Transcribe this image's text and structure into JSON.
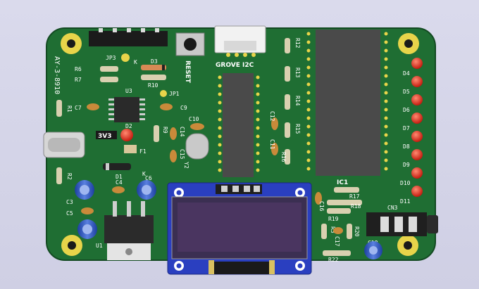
{
  "board": {
    "name": "AY-3-8910",
    "colors": {
      "pcb": "#1f6e33",
      "silk": "#ffffff",
      "copper": "#e8d44a",
      "led": "#d81c10"
    },
    "labels": {
      "reset": "RESET",
      "grove": "GROVE I2C",
      "jp3": "JP3",
      "jp1": "JP1",
      "r6": "R6",
      "r7": "R7",
      "d3": "D3",
      "k": "K",
      "r10": "R10",
      "u3": "U3",
      "c7": "C7",
      "c9": "C9",
      "r1": "R1",
      "d2": "D2",
      "v3": "3V3",
      "f1": "F1",
      "r9": "R9",
      "c14": "C14",
      "c15": "C15",
      "c10": "C10",
      "y2": "Y2",
      "d1": "D1",
      "k2": "K",
      "r2": "R2",
      "c4": "C4",
      "c6": "C6",
      "c3": "C3",
      "c5": "C5",
      "u1": "U1",
      "r12": "R12",
      "r13": "R13",
      "r14": "R14",
      "r15": "R15",
      "r16": "R16",
      "c12": "C12",
      "c11": "C11",
      "ic1": "IC1",
      "r17": "R17",
      "r18": "R18",
      "c16": "C16",
      "r19": "R19",
      "cn3": "CN3",
      "c18": "C18",
      "r3": "R3",
      "c17": "C17",
      "r22": "R22",
      "r20": "R20",
      "d4": "D4",
      "d5": "D5",
      "d6": "D6",
      "d7": "D7",
      "d8": "D8",
      "d9": "D9",
      "d10": "D10",
      "d11": "D11"
    }
  }
}
